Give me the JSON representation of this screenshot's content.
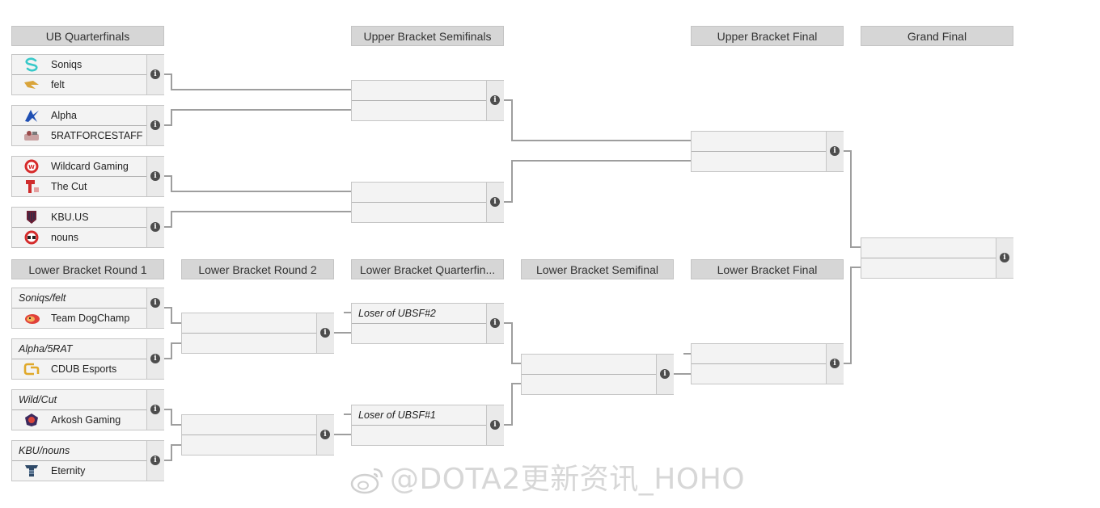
{
  "headers": {
    "ub_qf": "UB Quarterfinals",
    "ub_sf": "Upper Bracket Semifinals",
    "ub_f": "Upper Bracket Final",
    "gf": "Grand Final",
    "lb_r1": "Lower Bracket Round 1",
    "lb_r2": "Lower Bracket Round 2",
    "lb_qf": "Lower Bracket Quarterfin...",
    "lb_sf": "Lower Bracket Semifinal",
    "lb_f": "Lower Bracket Final"
  },
  "ub_qf": [
    {
      "t1": "Soniqs",
      "t2": "felt"
    },
    {
      "t1": "Alpha",
      "t2": "5RATFORCESTAFF"
    },
    {
      "t1": "Wildcard Gaming",
      "t2": "The Cut"
    },
    {
      "t1": "KBU.US",
      "t2": "nouns"
    }
  ],
  "lb_r1": [
    {
      "p": "Soniqs/felt",
      "t": "Team DogChamp"
    },
    {
      "p": "Alpha/5RAT",
      "t": "CDUB Esports"
    },
    {
      "p": "Wild/Cut",
      "t": "Arkosh Gaming"
    },
    {
      "p": "KBU/nouns",
      "t": "Eternity"
    }
  ],
  "lb_qf": [
    {
      "p": "Loser of UBSF#2"
    },
    {
      "p": "Loser of UBSF#1"
    }
  ],
  "info_glyph": "i",
  "watermark": "@DOTA2更新资讯_HOHO",
  "icons": [
    "soniqs-logo-icon",
    "felt-logo-icon",
    "alpha-logo-icon",
    "5ratforcestaff-logo-icon",
    "wildcard-logo-icon",
    "the-cut-logo-icon",
    "kbu-logo-icon",
    "nouns-logo-icon",
    "dogchamp-logo-icon",
    "cdub-logo-icon",
    "arkosh-logo-icon",
    "eternity-logo-icon",
    "weibo-icon",
    "info-icon"
  ],
  "colors": {
    "header_bg": "#d6d6d6",
    "match_bg": "#f3f3f3",
    "line": "#9e9e9e",
    "info": "#4d4d4d"
  }
}
